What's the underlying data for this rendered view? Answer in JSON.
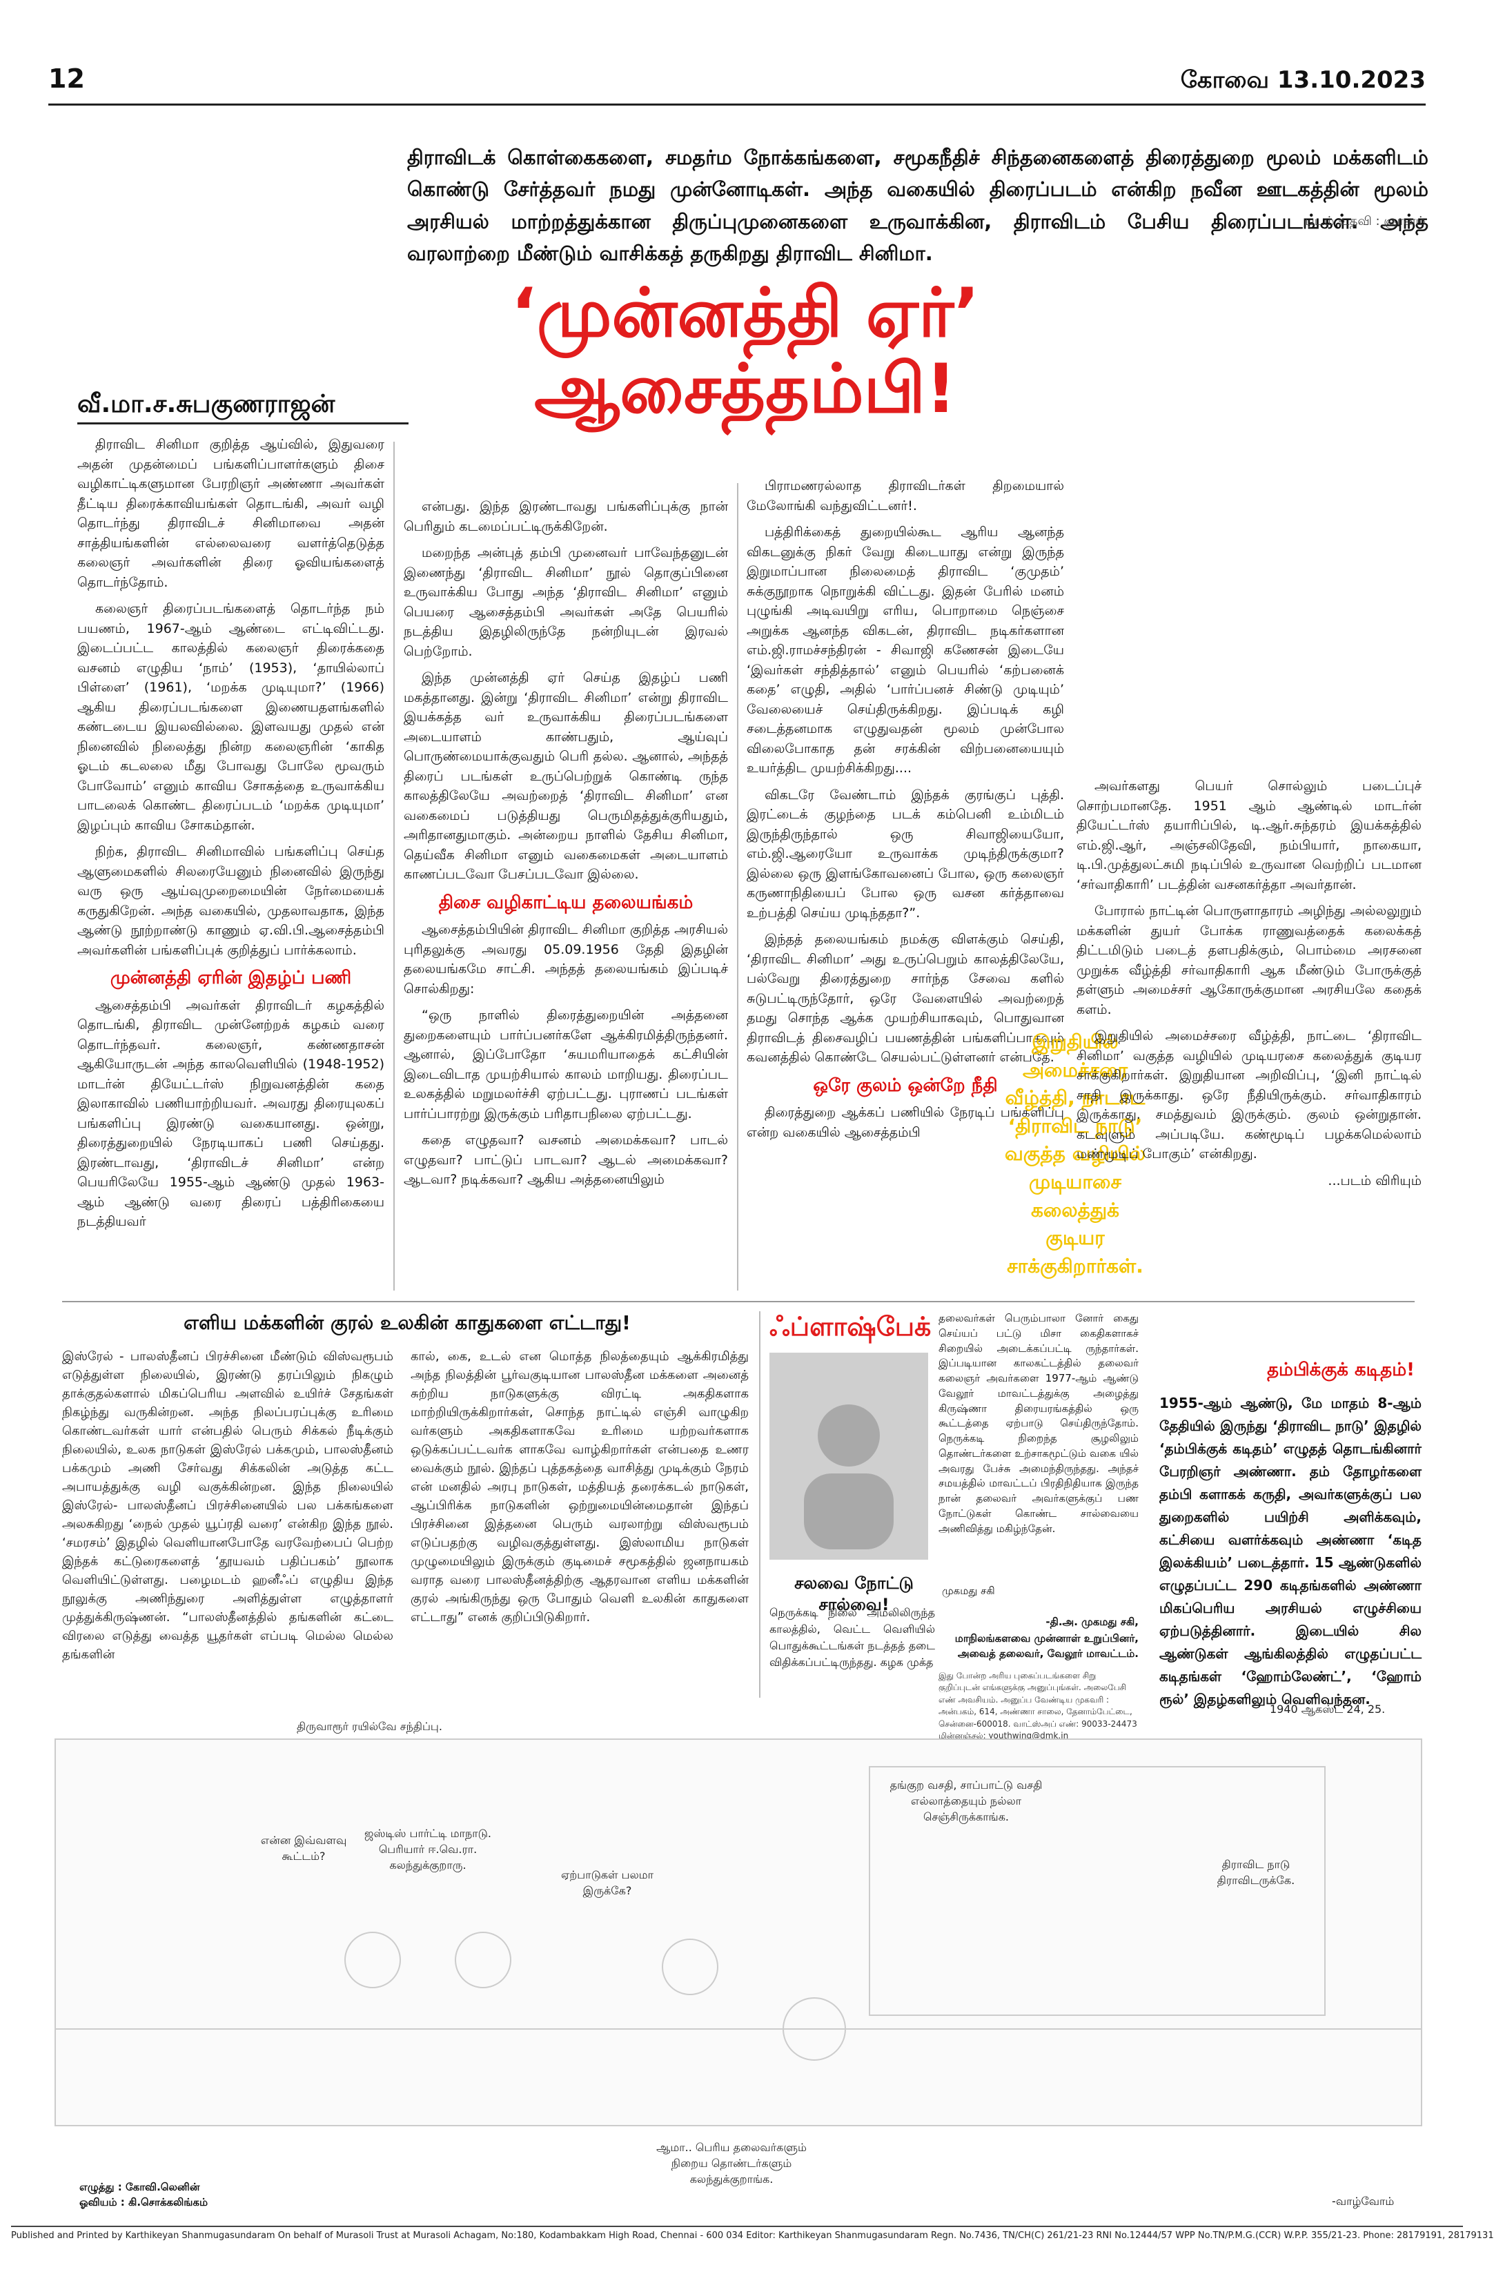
{
  "header": {
    "page_number": "12",
    "date": "கோவை 13.10.2023"
  },
  "intro": {
    "text": "திராவிடக் கொள்கைகளை, சமதர்ம நோக்கங்களை, சமூகநீதிச் சிந்தனைகளைத் திரைத்துறை மூலம் மக்களிடம் கொண்டு சேர்த்தவர் நமது முன்னோடிகள். அந்த வகையில் திரைப்படம் என்கிற நவீன ஊடகத்தின் மூலம் அரசியல் மாற்றத்துக்கான திருப்புமுனைகளை உருவாக்கின, திராவிடம் பேசிய திரைப்படங்கள். அந்த வரலாற்றை மீண்டும் வாசிக்கத் தருகிறது திராவிட சினிமா.",
    "credit": "படம் உதவி : ஞானம்"
  },
  "headline": {
    "line1": "‘முன்னத்தி ஏர்’",
    "line2": "ஆசைத்தம்பி!"
  },
  "byline": "வீ.மா.ச.சுபகுணராஜன்",
  "col1": {
    "p1": "திராவிட சினிமா குறித்த ஆய்வில், இதுவரை அதன் முதன்மைப் பங்களிப்பாளர்களும் திசை வழிகாட்டிகளுமான பேரறிஞர் அண்ணா அவர்கள் தீட்டிய திரைக்காவியங்கள் தொடங்கி, அவர் வழி தொடர்ந்து திராவிடச் சினிமாவை அதன் சாத்தியங்களின் எல்லைவரை வளர்த்தெடுத்த கலைஞர் அவர்களின் திரை ஓவியங்களைத் தொடர்ந்தோம்.",
    "p2": "கலைஞர் திரைப்படங்களைத் தொடர்ந்த நம் பயணம், 1967-ஆம் ஆண்டை எட்டிவிட்டது. இடைப்பட்ட காலத்தில் கலைஞர் திரைக்கதை வசனம் எழுதிய ‘நாம்’ (1953), ‘தாயில்லாப் பிள்ளை’ (1961), ‘மறக்க முடியுமா?’ (1966) ஆகிய திரைப்படங்களை இணையதளங்களில் கண்டடைய இயலவில்லை. இளவயது முதல் என் நினைவில் நிலைத்து நின்ற கலைஞரின் ‘காகித ஓடம் கடலலை மீது போவது போலே மூவரும் போவோம்’ எனும் காவிய சோகத்தை உருவாக்கிய பாடலைக் கொண்ட திரைப்படம் ‘மறக்க முடியுமா’ இழப்பும் காவிய சோகம்தான்.",
    "p3": "நிற்க, திராவிட சினிமாவில் பங்களிப்பு செய்த ஆளுமைகளில் சிலரையேனும் நினைவில் இருந்து வரு ஒரு ஆய்வுமுறைமையின் நேர்மையைக் கருதுகிறேன். அந்த வகையில், முதலாவதாக, இந்த ஆண்டு நூற்றாண்டு காணும் ஏ.வி.பி.ஆசைத்தம்பி அவர்களின் பங்களிப்புக் குறித்துப் பார்க்கலாம்.",
    "sub": "முன்னத்தி ஏரின் இதழ்ப் பணி",
    "p4": "ஆசைத்தம்பி அவர்கள் திராவிடர் கழகத்தில் தொடங்கி, திராவிட முன்னேற்றக் கழகம் வரை தொடர்ந்தவர். கலைஞர், கண்ணதாசன் ஆகியோருடன் அந்த காலவெளியில் (1948-1952) மாடர்ன் தியேட்டர்ஸ் நிறுவனத்தின் கதை இலாகாவில் பணியாற்றியவர். அவரது திரையுலகப் பங்களிப்பு இரண்டு வகையானது. ஒன்று, திரைத்துறையில் நேரடியாகப் பணி செய்தது. இரண்டாவது, ‘திராவிடச் சினிமா’ என்ற பெயரிலேயே 1955-ஆம் ஆண்டு முதல் 1963-ஆம் ஆண்டு வரை திரைப் பத்திரிகையை நடத்தியவர்"
  },
  "col2": {
    "p1": "என்பது. இந்த இரண்டாவது பங்களிப்புக்கு நான் பெரிதும் கடமைப்பட்டிருக்கிறேன்.",
    "p2": "மறைந்த அன்புத் தம்பி முனைவர் பாவேந்தனுடன் இணைந்து ‘திராவிட சினிமா’ நூல் தொகுப்பினை உருவாக்கிய போது அந்த ‘திராவிட சினிமா’ எனும் பெயரை ஆசைத்தம்பி அவர்கள் அதே பெயரில் நடத்திய இதழிலிருந்தே நன்றியுடன் இரவல் பெற்றோம்.",
    "p3": "இந்த முன்னத்தி ஏர் செய்த இதழ்ப் பணி மகத்தானது. இன்று ‘திராவிட சினிமா’ என்று திராவிட இயக்கத்த வர் உருவாக்கிய திரைப்படங்களை அடையாளம் காண்பதும், ஆய்வுப் பொருண்மையாக்குவதும் பெரி தல்ல. ஆனால், அந்தத் திரைப் படங்கள் உருப்பெற்றுக் கொண்டி ருந்த காலத்திலேயே அவற்றைத் ‘திராவிட சினிமா’ என வகைமைப் படுத்தியது பெருமிதத்துக்குரியதும், அரிதானதுமாகும். அன்றைய நாளில் தேசிய சினிமா, தெய்வீக சினிமா எனும் வகைமைகள் அடையாளம் காணப்படவோ பேசப்படவோ இல்லை.",
    "sub": "திசை வழிகாட்டிய தலையங்கம்",
    "p4": "ஆசைத்தம்பியின் திராவிட சினிமா குறித்த அரசியல் புரிதலுக்கு அவரது 05.09.1956 தேதி இதழின் தலையங்கமே சாட்சி. அந்தத் தலையங்கம் இப்படிச் சொல்கிறது:",
    "p5": "“ஒரு நாளில் திரைத்துறையின் அத்தனை துறைகளையும் பார்ப்பனர்களே ஆக்கிரமித்திருந்தனர். ஆனால், இப்போதோ ‘சுயமரியாதைக் கட்சியின் இடைவிடாத முயற்சியால் காலம் மாறியது. திரைப்பட உலகத்தில் மறுமலர்ச்சி ஏற்பட்டது. புராணப் படங்கள் பார்ப்பாரற்று இருக்கும் பரிதாபநிலை ஏற்பட்டது.",
    "p6": "கதை எழுதவா? வசனம் அமைக்கவா? பாடல் எழுதவா? பாட்டுப் பாடவா? ஆடல் அமைக்கவா? ஆடவா? நடிக்கவா? ஆகிய அத்தனையிலும்"
  },
  "col3": {
    "p1": "பிராமணரல்லாத திராவிடர்கள் திறமையால் மேலோங்கி வந்துவிட்டனர்!.",
    "p2": "பத்திரிக்கைத் துறையில்கூட ஆரிய ஆனந்த விகடனுக்கு நிகர் வேறு கிடையாது என்று இருந்த இறுமாப்பான நிலைமைத் திராவிட ‘குமுதம்’ சுக்குநூறாக நொறுக்கி விட்டது. இதன் பேரில் மனம் புழுங்கி அடிவயிறு எரிய, பொறாமை நெஞ்சை அறுக்க ஆனந்த விகடன், திராவிட நடிகர்களான எம்.ஜி.ராமச்சந்திரன் - சிவாஜி கணேசன் இடையே ‘இவர்கள் சந்தித்தால்’ எனும் பெயரில் ‘கற்பனைக் கதை’ எழுதி, அதில் ‘பார்ப்பனச் சிண்டு முடியும்’ வேலையைச் செய்திருக்கிறது. இப்படிக் கழி சடைத்தனமாக எழுதுவதன் மூலம் முன்போல விலைபோகாத தன் சரக்கின் விற்பனையையும் உயர்த்திட முயற்சிக்கிறது....",
    "p3": "விகடரே வேண்டாம் இந்தக் குரங்குப் புத்தி. இரட்டைக் குழந்தை படக் கம்பெனி உம்மிடம் இருந்திருந்தால் ஒரு சிவாஜியையோ, எம்.ஜி.ஆரையோ உருவாக்க முடிந்திருக்குமா? இல்லை ஒரு இளங்கோவனைப் போல, ஒரு கலைஞர் கருணாநிதியைப் போல ஒரு வசன கர்த்தாவை உற்பத்தி செய்ய முடிந்ததா?”.",
    "p4": "இந்தத் தலையங்கம் நமக்கு விளக்கும் செய்தி, ‘திராவிட சினிமா’ அது உருப்பெறும் காலத்திலேயே, பல்வேறு திரைத்துறை சார்ந்த சேவை களில் சுடுபட்டிருந்தோர், ஒரே வேளையில் அவற்றைத் தமது சொந்த ஆக்க முயற்சியாகவும், பொதுவான திராவிடத் திசைவழிப் பயணத்தின் பங்களிப்பாகவும் கவனத்தில் கொண்டே செயல்பட்டுள்ளனர் என்பதே.",
    "sub": "ஒரே குலம் ஒன்றே நீதி",
    "p5": "திரைத்துறை ஆக்கப் பணியில் நேரடிப் பங்களிப்பு என்ற வகையில் ஆசைத்தம்பி"
  },
  "pullquote": "இறுதியில் அமைச்சரை வீழ்த்தி, நாடாட ‘திராவிட நாடு’ வகுத்த வழியில் முடியாசை கலைத்துக் குடியர சாக்குகிறார்கள்.",
  "col4": {
    "p1": "அவர்களது பெயர் சொல்லும் படைப்புச் சொற்பமானதே. 1951 ஆம் ஆண்டில் மாடர்ன் தியேட்டர்ஸ் தயாரிப்பில், டி.ஆர்.சுந்தரம் இயக்கத்தில் எம்.ஜி.ஆர், அஞ்சலிதேவி, நம்பியார், நாகையா, டி.பி.முத்துலட்சுமி நடிப்பில் உருவான வெற்றிப் படமான ‘சர்வாதிகாரி’ படத்தின் வசனகர்த்தா அவர்தான்.",
    "p2": "போரால் நாட்டின் பொருளாதாரம் அழிந்து அல்லலுறும் மக்களின் துயர் போக்க ராணுவத்தைக் கலைக்கத் திட்டமிடும் படைத் தளபதிக்கும், பொம்மை அரசனை முறுக்க வீழ்த்தி சர்வாதிகாரி ஆக மீண்டும் போருக்குத் தள்ளும் அமைச்சர் ஆகோருக்குமான அரசியலே கதைக் களம்.",
    "p3": "இறுதியில் அமைச்சரை வீழ்த்தி, நாட்டை ‘திராவிட சினிமா’ வகுத்த வழியில் முடியரசை கலைத்துக் குடியர சாக்குகிறார்கள். இறுதியான அறிவிப்பு, ‘இனி நாட்டில் சாதி இருக்காது. ஒரே நீதியிருக்கும். சர்வாதிகாரம் இருக்காது. சமத்துவம் இருக்கும். குலம் ஒன்றுதான். கடவுளும் அப்படியே. கண்மூடிப் பழக்கமெல்லாம் மண்மூடிப் போகும்’ என்கிறது.",
    "cont": "...படம் விரியும்"
  },
  "box1": {
    "title": "எளிய மக்களின் குரல் உலகின் காதுகளை எட்டாது!",
    "left": "இஸ்ரேல் - பாலஸ்தீனப் பிரச்சினை மீண்டும் விஸ்வரூபம் எடுத்துள்ள நிலையில், இரண்டு தரப்பிலும் நிகழும் தாக்குதல்களால் மிகப்பெரிய அளவில் உயிர்ச் சேதங்கள் நிகழ்ந்து வருகின்றன. அந்த நிலப்பரப்புக்கு உரிமை கொண்டவர்கள் யார் என்பதில் பெரும் சிக்கல் நீடிக்கும் நிலையில், உலக நாடுகள் இஸ்ரேல் பக்கமும், பாலஸ்தீனம் பக்கமும் அணி சேர்வது சிக்கலின் அடுத்த கட்ட அபாயத்துக்கு வழி வகுக்கின்றன. இந்த நிலையில் இஸ்ரேல்- பாலஸ்தீனப் பிரச்சினையில் பல பக்கங்களை அலசுகிறது ‘நைல் முதல் யூப்ரதி வரை’ என்கிற இந்த நூல். ‘சமரசம்’ இதழில் வெளியானபோதே வரவேற்பைப் பெற்ற இந்தக் கட்டுரைகளைத் ‘தூயவம் பதிப்பகம்’ நூலாக வெளியிட்டுள்ளது. பழைமடம் ஹனீஃப் எழுதிய இந்த நூலுக்கு அணிந்துரை அளித்துள்ள எழுத்தாளர் முத்துக்கிருஷ்ணன். “பாலஸ்தீனத்தில் தங்களின் கட்டை விரலை எடுத்து வைத்த யூதர்கள் எப்படி மெல்ல மெல்ல தங்களின்",
    "right": "கால், கை, உடல் என மொத்த நிலத்தையும் ஆக்கிரமித்து அந்த நிலத்தின் பூர்வகுடியான பாலஸ்தீன மக்களை அனைத் சுற்றிய நாடுகளுக்கு விரட்டி அகதிகளாக மாற்றியிருக்கிறார்கள், சொந்த நாட்டில் எஞ்சி வாழுகிற வர்களும் அகதிகளாகவே உரிமை யற்றவர்களாக ஒடுக்கப்பட்டவர்க ளாகவே வாழ்கிறார்கள் என்பதை உணர வைக்கும் நூல். இந்தப் புத்தகத்தை வாசித்து முடிக்கும் நேரம் என் மனதில் அரபு நாடுகள், மத்தியத் தரைக்கடல் நாடுகள், ஆப்பிரிக்க நாடுகளின் ஒற்றுமையின்மைதான் இந்தப் பிரச்சினை இத்தனை பெரும் வரலாற்று விஸ்வரூபம் எடுப்பதற்கு வழிவகுத்துள்ளது. இஸ்லாமிய நாடுகள் முழுமையிலும் இருக்கும் குடிமைச் சமூகத்தில் ஜனநாயகம் வராத வரை பாலஸ்தீனத்திற்கு ஆதரவான எளிய மக்களின் குரல் அங்கிருந்து ஒரு போதும் வெளி உலகின் காதுகளை எட்டாது” எனக் குறிப்பிடுகிறார்."
  },
  "flashback": {
    "title": "ஃப்ளாஷ்பேக்",
    "left": "தலைவர்கள் பெரும்பாலா னோர் கைது செய்யப் பட்டு மிசா கைதிகளாகச் சிறையில் அடைக்கப்பட்டி ருந்தார்கள். இப்படியான காலகட்டத்தில் தலைவர் கலைஞர் அவர்களை 1977-ஆம் ஆண்டு வேலூர் மாவட்டத்துக்கு அழைத்து கிருஷ்ணா திரையரங்கத்தில் ஒரு கூட்டத்தை ஏற்பாடு செய்திருந்தோம். நெருக்கடி நிறைந்த சூழலிலும் தொண்டர்களை உற்சாகமூட்டும் வகை யில் அவரது பேச்சு அமைந்திருந்தது. அந்தச் சமயத்தில் மாவட்டப் பிரதிநிதியாக இருந்த நான் தலைவர் அவர்களுக்குப் பண நோட்டுகள் கொண்ட சால்வையை அணிவித்து மகிழ்ந்தேன்.",
    "photo_caption": "முகமது சகி",
    "sign": "-தி.அ. முகமது சகி,",
    "sign2": "மாநிலங்களவை முன்னாள் உறுப்பினர், அவைத் தலைவர், வேலூர் மாவட்டம்.",
    "sub": "சலவை நோட்டு சால்வை!",
    "body": "நெருக்கடி நிலை அமலிலிருந்த காலத்தில், வெட்ட வெளியில் பொதுக்கூட்டங்கள் நடத்தத் தடை விதிக்கப்பட்டிருந்தது. கழக முக்த",
    "note": "இது போன்ற அரிய புகைப்படங்களை சிறு குறிப்புடன் எங்களுக்கு அனுப்புங்கள். அலைபேசி எண் அவசியம். அனுப்ப வேண்டிய முகவரி : அன்பகம், 614, அண்ணா சாலை, தேனாம்பேட்டை, சென்னை-600018. வாட்ஸ்அப் எண்: 90033-24473 மின்னஞ்சல்: youthwing@dmk.in"
  },
  "letter": {
    "title": "தம்பிக்குக் கடிதம்!",
    "body": "1955-ஆம் ஆண்டு, மே மாதம் 8-ஆம் தேதியில் இருந்து ‘திராவிட நாடு’ இதழில் ‘தம்பிக்குக் கடிதம்’ எழுதத் தொடங்கினார் பேரறிஞர் அண்ணா. தம் தோழர்களை தம்பி களாகக் கருதி, அவர்களுக்குப் பல துறைகளில் பயிற்சி அளிக்கவும், கட்சியை வளர்க்கவும் அண்ணா ‘கடித இலக்கியம்’ படைத்தார். 15 ஆண்டுகளில் எழுதப்பட்ட 290 கடிதங்களில் அண்ணா மிகப்பெரிய அரசியல் எழுச்சியை ஏற்படுத்தினார். இடையில் சில ஆண்டுகள் ஆங்கிலத்தில் எழுதப்பட்ட கடிதங்கள் ‘ஹோம்லேண்ட்’, ‘ஹோம் ரூல்’ இதழ்களிலும் வெளிவந்தன."
  },
  "cartoon": {
    "date": "1940 ஆகஸ்ட் 24, 25.",
    "station": "திருவாரூர் ரயில்வே சந்திப்பு.",
    "b1": "என்ன இவ்வளவு கூட்டம்?",
    "b2": "ஜஸ்டிஸ் பார்ட்டி மாநாடு. பெரியார் ஈ.வெ.ரா. கலந்துக்குறாரு.",
    "b3": "ஏற்பாடுகள் பலமா இருக்கே?",
    "b4": "தங்குற வசதி, சாப்பாட்டு வசதி எல்லாத்தையும் நல்லா செஞ்சிருக்காங்க.",
    "b5": "திராவிட நாடு திராவிடருக்கே.",
    "b6": "ஆமா.. பெரிய தலைவர்களும் நிறைய தொண்டர்களும் கலந்துக்குறாங்க.",
    "credit1": "எழுத்து : கோவி.லெனின்",
    "credit2": "ஓவியம் : கி.சொக்கலிங்கம்",
    "cont": "-வாழ்வோம்"
  },
  "footer": "Published and Printed by Karthikeyan Shanmugasundaram On behalf of Murasoli Trust at Murasoli Achagam, No:180, Kodambakkam High Road, Chennai - 600 034 Editor: Karthikeyan Shanmugasundaram Regn. No.7436, TN/CH(C) 261/21-23 RNI No.12444/57 WPP No.TN/P.M.G.(CCR) W.P.P. 355/21-23. Phone: 28179191, 28179131"
}
